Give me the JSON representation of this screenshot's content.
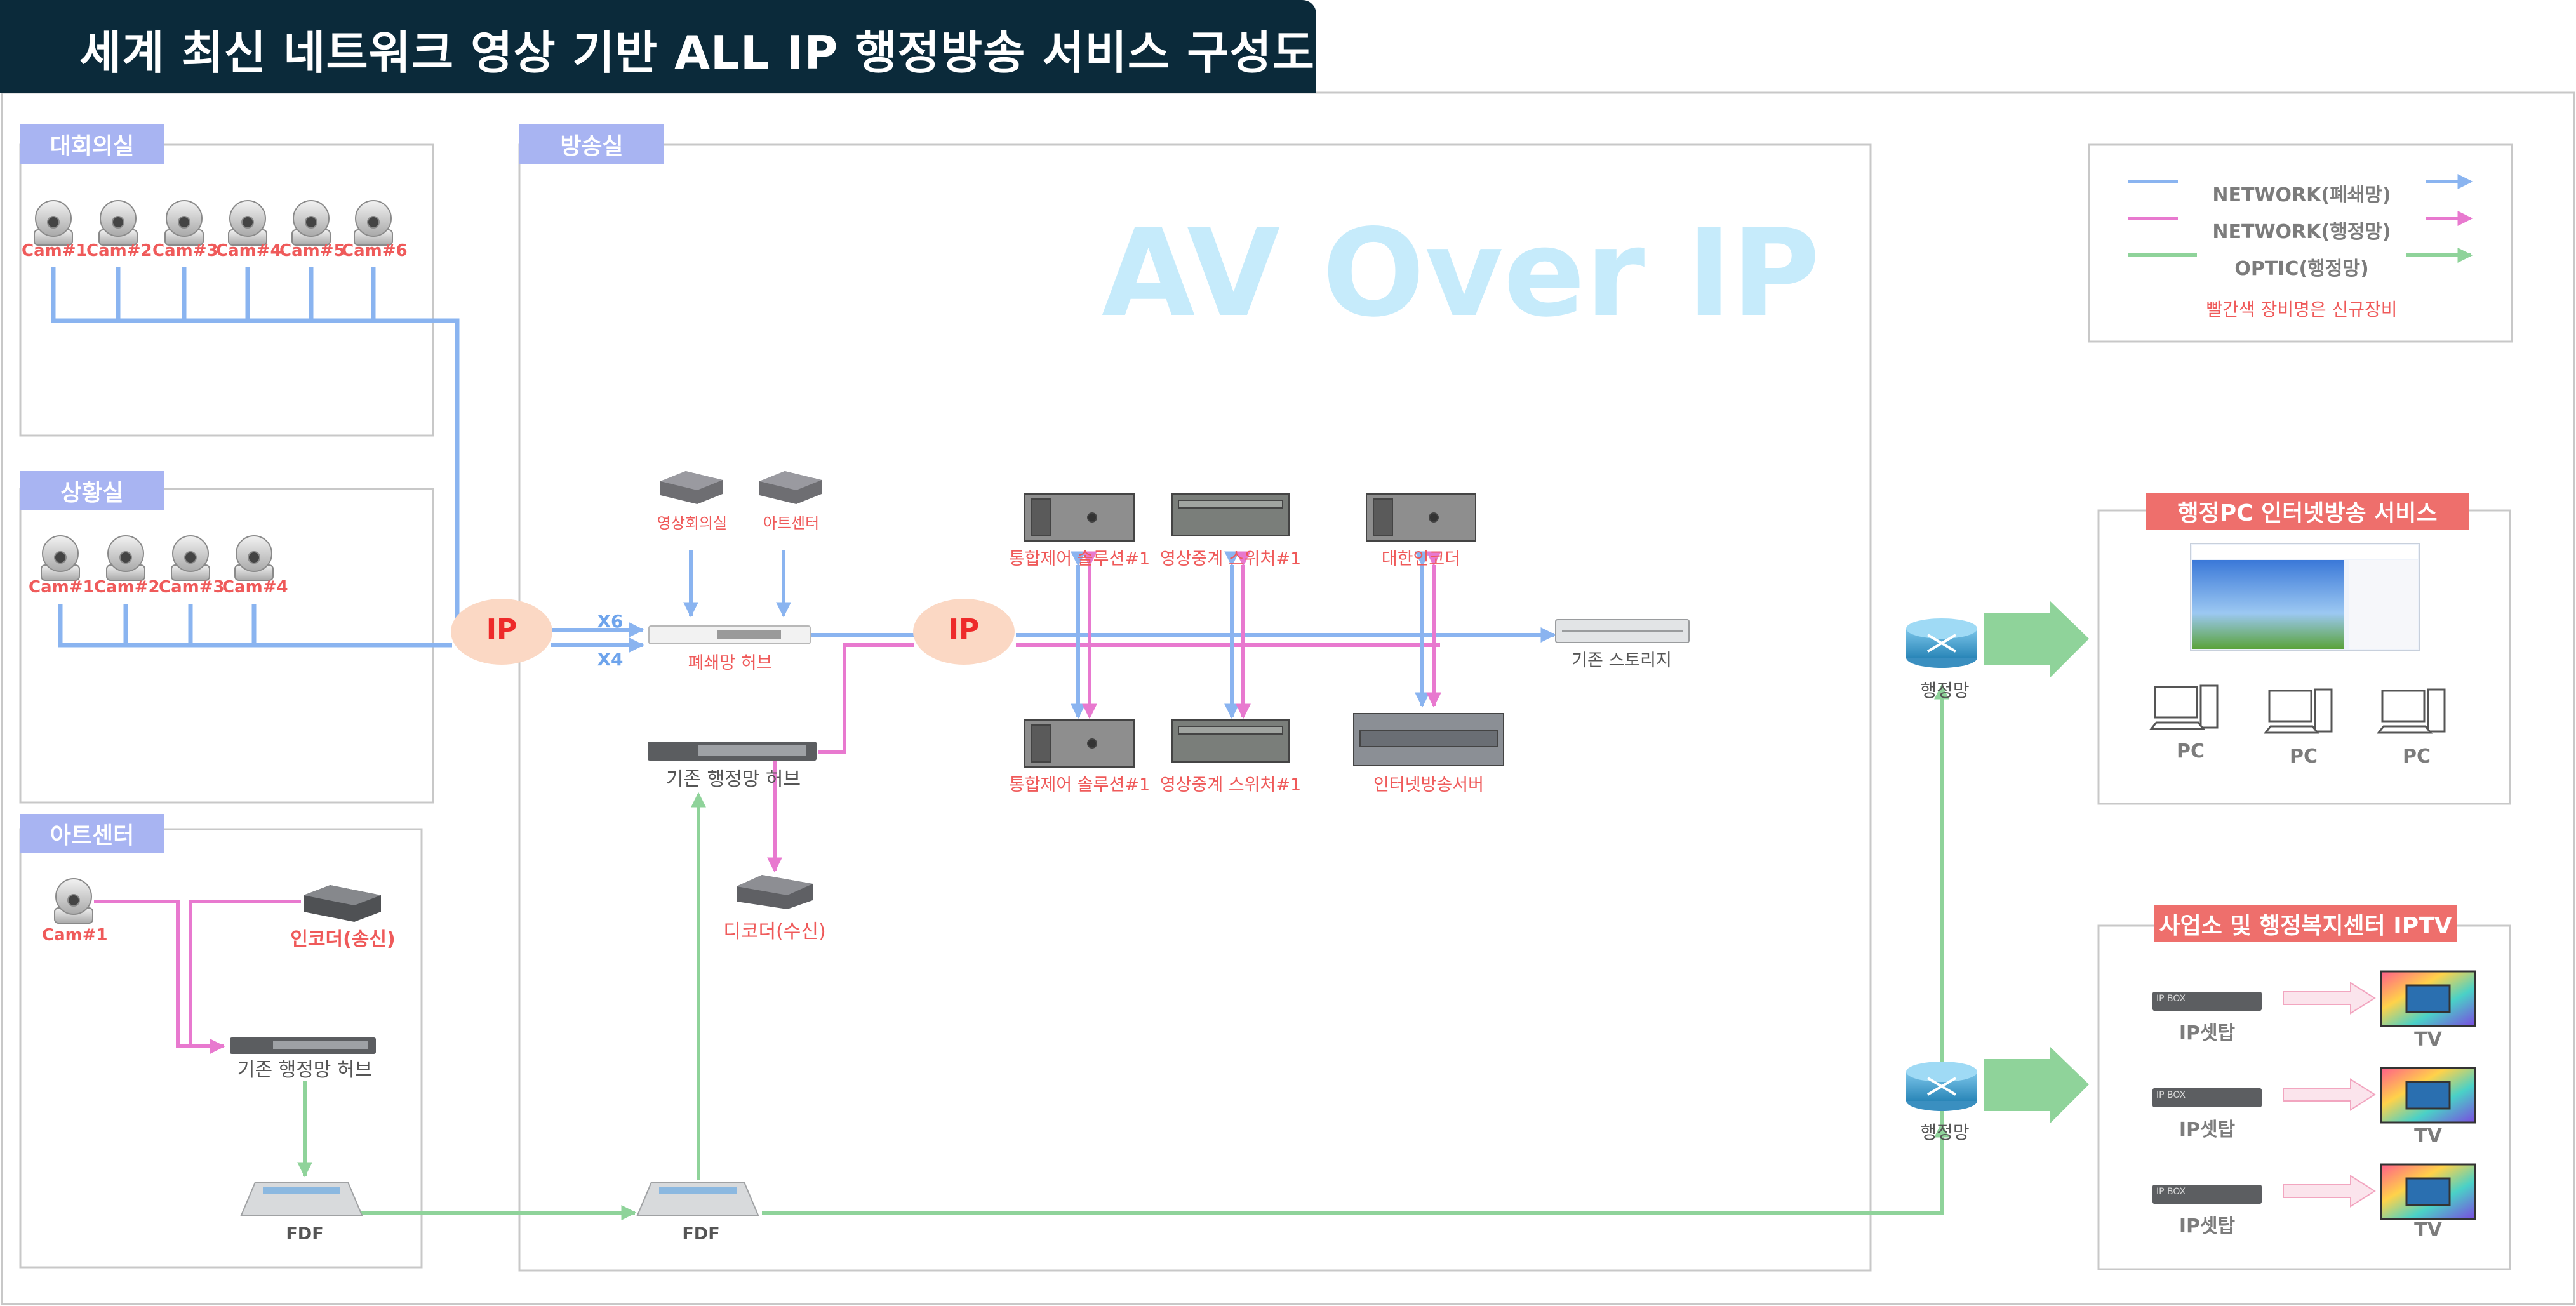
{
  "title": "세계 최신 네트워크 영상 기반 ALL IP  행정방송 서비스 구성도",
  "watermark": "AV Over IP",
  "colors": {
    "network_closed": "#8ab4f0",
    "network_admin": "#e879cf",
    "optic": "#8fd39a",
    "new_equipment": "#ef5a5a",
    "title_bg": "#0b2a3a"
  },
  "legend": {
    "items": [
      {
        "label": "NETWORK(폐쇄망)",
        "color": "#8ab4f0"
      },
      {
        "label": "NETWORK(행정망)",
        "color": "#e879cf"
      },
      {
        "label": "OPTIC(행정망)",
        "color": "#8fd39a"
      }
    ],
    "note": "빨간색 장비명은 신규장비"
  },
  "rooms": {
    "conference": {
      "label": "대회의실",
      "cams": [
        "Cam#1",
        "Cam#2",
        "Cam#3",
        "Cam#4",
        "Cam#5",
        "Cam#6"
      ]
    },
    "situation": {
      "label": "상황실",
      "cams": [
        "Cam#1",
        "Cam#2",
        "Cam#3",
        "Cam#4"
      ]
    },
    "artcenter": {
      "label": "아트센터",
      "cam": "Cam#1",
      "encoder": "인코더(송신)",
      "hub": "기존 행정망 허브",
      "fdf": "FDF"
    },
    "broadcast": {
      "label": "방송실"
    }
  },
  "broadcast": {
    "ip_left": "IP",
    "ip_right": "IP",
    "x6": "X6",
    "x4": "X4",
    "video_conf_room": "영상회의실",
    "art_center": "아트센터",
    "closed_hub": "폐쇄망 허브",
    "admin_hub": "기존 행정망 허브",
    "decoder": "디코더(수신)",
    "fdf": "FDF",
    "ctrl1_top": "통합제어 솔루션#1",
    "switch1_top": "영상중계 스위처#1",
    "encoder_big": "대한인코더",
    "storage": "기존 스토리지",
    "ctrl1_bottom": "통합제어 솔루션#1",
    "switch1_bottom": "영상중계 스위처#1",
    "internet_server": "인터넷방송서버"
  },
  "routers": {
    "top": "행정망",
    "bottom": "행정망"
  },
  "services": {
    "pc": {
      "title": "행정PC 인터넷방송 서비스",
      "pcs": [
        "PC",
        "PC",
        "PC"
      ]
    },
    "iptv": {
      "title": "사업소 및 행정복지센터 IPTV",
      "settop": [
        "IP셋탑",
        "IP셋탑",
        "IP셋탑"
      ],
      "tv": [
        "TV",
        "TV",
        "TV"
      ],
      "settop_brand": "IP BOX"
    }
  }
}
